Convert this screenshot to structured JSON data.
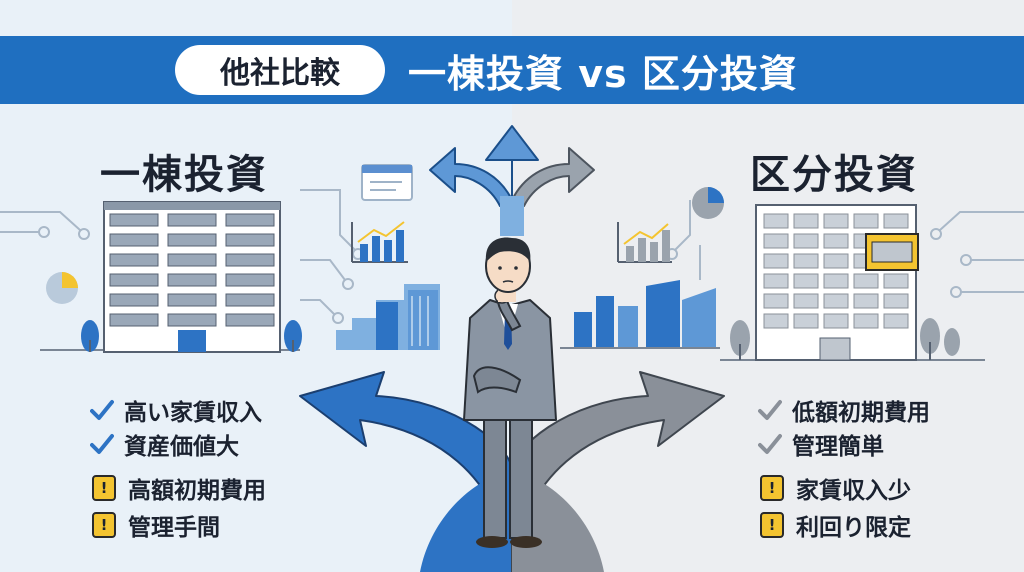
{
  "header": {
    "tag": "他社比較",
    "title": "一棟投資 vs 区分投資"
  },
  "left": {
    "heading": "一棟投資",
    "pros": [
      "高い家賃収入",
      "資産価値大"
    ],
    "cons": [
      "高額初期費用",
      "管理手間"
    ]
  },
  "right": {
    "heading": "区分投資",
    "pros": [
      "低額初期費用",
      "管理簡単"
    ],
    "cons": [
      "家賃収入少",
      "利回り限定"
    ]
  },
  "colors": {
    "banner": "#1f6fc0",
    "accent_blue": "#2d73c4",
    "gray": "#8a9099",
    "warning": "#f4c430"
  },
  "icons": {
    "check": "check-icon",
    "warning": "warning-icon",
    "pie": "pie-chart-icon",
    "bar": "bar-chart-icon",
    "doc": "document-icon",
    "arrow": "direction-arrow-icon"
  }
}
